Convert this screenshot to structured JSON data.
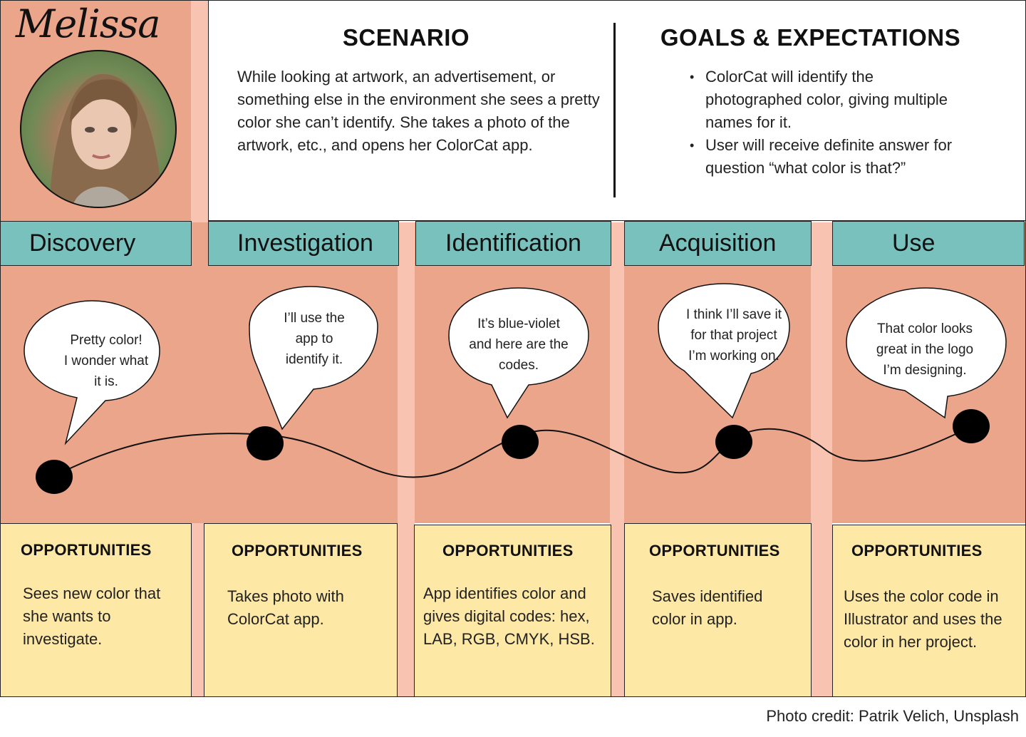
{
  "persona": {
    "name": "Melissa",
    "photo_credit": "Photo credit: Patrik Velich, Unsplash"
  },
  "scenario": {
    "title": "SCENARIO",
    "text": "While looking at artwork, an advertisement, or something else in the environment she sees a pretty color she can’t identify. She takes a photo of the artwork, etc., and opens her ColorCat app."
  },
  "goals": {
    "title": "GOALS & EXPECTATIONS",
    "items": [
      "ColorCat will identify the photographed color, giving multiple names for it.",
      "User will receive definite answer for question “what color is that?”"
    ]
  },
  "stages": [
    {
      "name": "Discovery",
      "quote_lines": [
        "Pretty color!",
        "I wonder what",
        "it is."
      ],
      "opportunities_title": "OPPORTUNITIES",
      "opportunity": "Sees new color that she wants to investigate."
    },
    {
      "name": "Investigation",
      "quote_lines": [
        "I’ll use the",
        "app to",
        "identify it."
      ],
      "opportunities_title": "OPPORTUNITIES",
      "opportunity": "Takes photo with ColorCat app."
    },
    {
      "name": "Identification",
      "quote_lines": [
        "It’s blue-violet",
        "and here are the",
        "codes."
      ],
      "opportunities_title": "OPPORTUNITIES",
      "opportunity": "App identifies color and gives digital codes: hex, LAB, RGB, CMYK, HSB."
    },
    {
      "name": "Acquisition",
      "quote_lines": [
        "I think I’ll save it",
        "for that project",
        "I’m working on."
      ],
      "opportunities_title": "OPPORTUNITIES",
      "opportunity": "Saves identified color in app."
    },
    {
      "name": "Use",
      "quote_lines": [
        "That color looks",
        "great in the logo",
        "I’m designing."
      ],
      "opportunities_title": "OPPORTUNITIES",
      "opportunity": "Uses the color code in Illustrator and uses the color in her project."
    }
  ],
  "colors": {
    "salmon": "#eba58b",
    "pale_stripe": "#f8c3b0",
    "stage_header": "#79c1bc",
    "opportunity": "#fde8a6"
  }
}
